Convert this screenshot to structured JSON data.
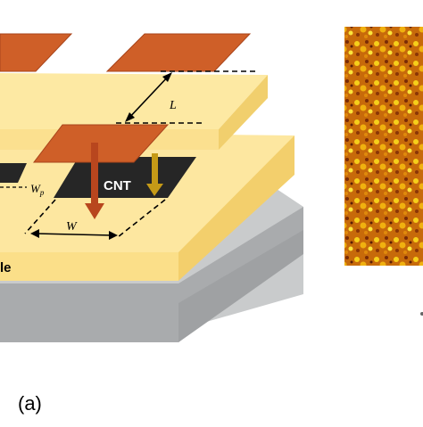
{
  "figure": {
    "panel_label": "(a)",
    "cnt_label": "CNT",
    "length_label": "L",
    "width_label": "W",
    "pitch_label": "W",
    "pitch_sub": "p",
    "substrate_label_fragment": "le"
  },
  "colors": {
    "electrode": "#cf5f28",
    "electrode_edge": "#a8441b",
    "upper_layer": "#fde9a3",
    "lower_layer": "#fbe08f",
    "substrate": "#c6c8ca",
    "cnt_channel": "#262626",
    "arrow_current": "#b8461e",
    "arrow_gold": "#c59a17"
  }
}
